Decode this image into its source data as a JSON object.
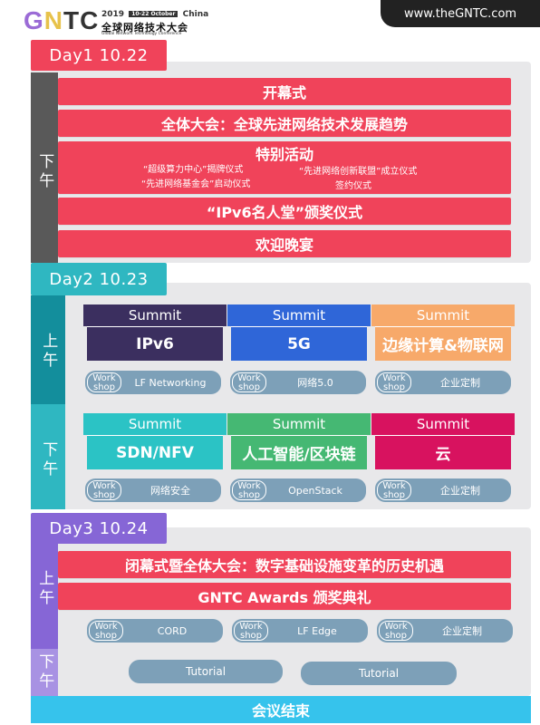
{
  "header": {
    "logo_g": "G",
    "logo_n": "N",
    "logo_tc": "TC",
    "year": "2019",
    "date_tag": "10-22 October",
    "country": "China",
    "cn_name": "全球网络技术大会",
    "en_name": "Global Network Technology Conference",
    "website": "www.theGNTC.com"
  },
  "day1": {
    "label": "Day1 10.22",
    "period": "下午",
    "sessions": [
      "开幕式",
      "全体大会：全球先进网络技术发展趋势"
    ],
    "special": {
      "title": "特别活动",
      "items": [
        "“超级算力中心”揭牌仪式",
        "“先进网络基金会”启动仪式",
        "“先进网络创新联盟”成立仪式",
        "签约仪式"
      ]
    },
    "sessions_after": [
      "“IPv6名人堂”颁奖仪式",
      "欢迎晚宴"
    ]
  },
  "day2": {
    "label": "Day2 10.23",
    "morning": {
      "period": "上午",
      "summits": [
        {
          "head": "Summit",
          "name": "IPv6"
        },
        {
          "head": "Summit",
          "name": "5G"
        },
        {
          "head": "Summit",
          "name": "边缘计算&物联网"
        }
      ],
      "workshops": [
        {
          "tag_line1": "Work",
          "tag_line2": "shop",
          "name": "LF Networking"
        },
        {
          "tag_line1": "Work",
          "tag_line2": "shop",
          "name": "网络5.0"
        },
        {
          "tag_line1": "Work",
          "tag_line2": "shop",
          "name": "企业定制"
        }
      ]
    },
    "afternoon": {
      "period": "下午",
      "summits": [
        {
          "head": "Summit",
          "name": "SDN/NFV"
        },
        {
          "head": "Summit",
          "name": "人工智能/区块链"
        },
        {
          "head": "Summit",
          "name": "云"
        }
      ],
      "workshops": [
        {
          "tag_line1": "Work",
          "tag_line2": "shop",
          "name": "网络安全"
        },
        {
          "tag_line1": "Work",
          "tag_line2": "shop",
          "name": "OpenStack"
        },
        {
          "tag_line1": "Work",
          "tag_line2": "shop",
          "name": "企业定制"
        }
      ]
    }
  },
  "day3": {
    "label": "Day3 10.24",
    "morning": {
      "period": "上午",
      "sessions": [
        "闭幕式暨全体大会：数字基础设施变革的历史机遇",
        "GNTC Awards 颁奖典礼"
      ],
      "workshops": [
        {
          "tag_line1": "Work",
          "tag_line2": "shop",
          "name": "CORD"
        },
        {
          "tag_line1": "Work",
          "tag_line2": "shop",
          "name": "LF Edge"
        },
        {
          "tag_line1": "Work",
          "tag_line2": "shop",
          "name": "企业定制"
        }
      ]
    },
    "afternoon": {
      "period": "下午",
      "tutorials": [
        "Tutorial",
        "Tutorial"
      ]
    },
    "end": "会议结束"
  },
  "colors": {
    "red": "#f0435a",
    "day1_dark": "#595959",
    "teal": "#2fb7c1",
    "teal_dark": "#138e9c",
    "purple": "#8666d6",
    "summit_ipv6": "#3b2f5f",
    "summit_5g": "#2f66d8",
    "summit_edge": "#f7a96a",
    "summit_sdn": "#2bc3c5",
    "summit_ai": "#45b873",
    "summit_cloud": "#d8125f",
    "workshop": "#7da0b8"
  }
}
